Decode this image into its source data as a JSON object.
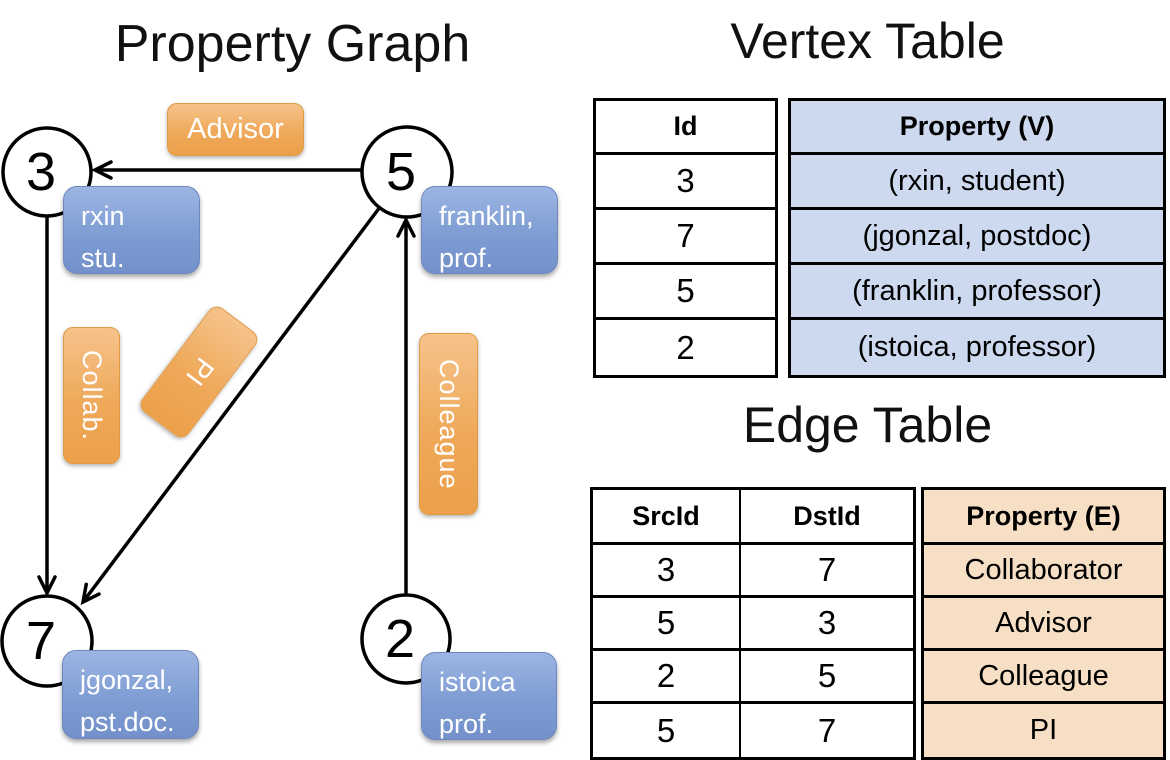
{
  "graph": {
    "title": "Property Graph",
    "nodes": [
      {
        "id": "3",
        "lines": [
          "rxin",
          "stu."
        ]
      },
      {
        "id": "5",
        "lines": [
          "franklin,",
          "prof."
        ]
      },
      {
        "id": "7",
        "lines": [
          "jgonzal,",
          "pst.doc."
        ]
      },
      {
        "id": "2",
        "lines": [
          "istoica",
          "prof."
        ]
      }
    ],
    "edges": [
      {
        "src": "5",
        "dst": "3",
        "label": "Advisor"
      },
      {
        "src": "3",
        "dst": "7",
        "label": "Collab."
      },
      {
        "src": "5",
        "dst": "7",
        "label": "PI"
      },
      {
        "src": "2",
        "dst": "5",
        "label": "Colleague"
      }
    ]
  },
  "vertex_table": {
    "title": "Vertex Table",
    "columns": [
      "Id",
      "Property (V)"
    ],
    "rows": [
      {
        "id": "3",
        "property": "(rxin, student)"
      },
      {
        "id": "7",
        "property": "(jgonzal, postdoc)"
      },
      {
        "id": "5",
        "property": "(franklin, professor)"
      },
      {
        "id": "2",
        "property": "(istoica, professor)"
      }
    ]
  },
  "edge_table": {
    "title": "Edge Table",
    "columns": [
      "SrcId",
      "DstId",
      "Property (E)"
    ],
    "rows": [
      {
        "src": "3",
        "dst": "7",
        "property": "Collaborator"
      },
      {
        "src": "5",
        "dst": "3",
        "property": "Advisor"
      },
      {
        "src": "2",
        "dst": "5",
        "property": "Colleague"
      },
      {
        "src": "5",
        "dst": "7",
        "property": "PI"
      }
    ]
  },
  "colors": {
    "node_fill": "#ffffff",
    "line_black": "#000000",
    "edge_label_orange": "#efa95a",
    "vertex_property_blue": "#7f9dd4",
    "vertex_table_fill": "#cdd9ef",
    "edge_table_fill": "#f6dfc5"
  }
}
